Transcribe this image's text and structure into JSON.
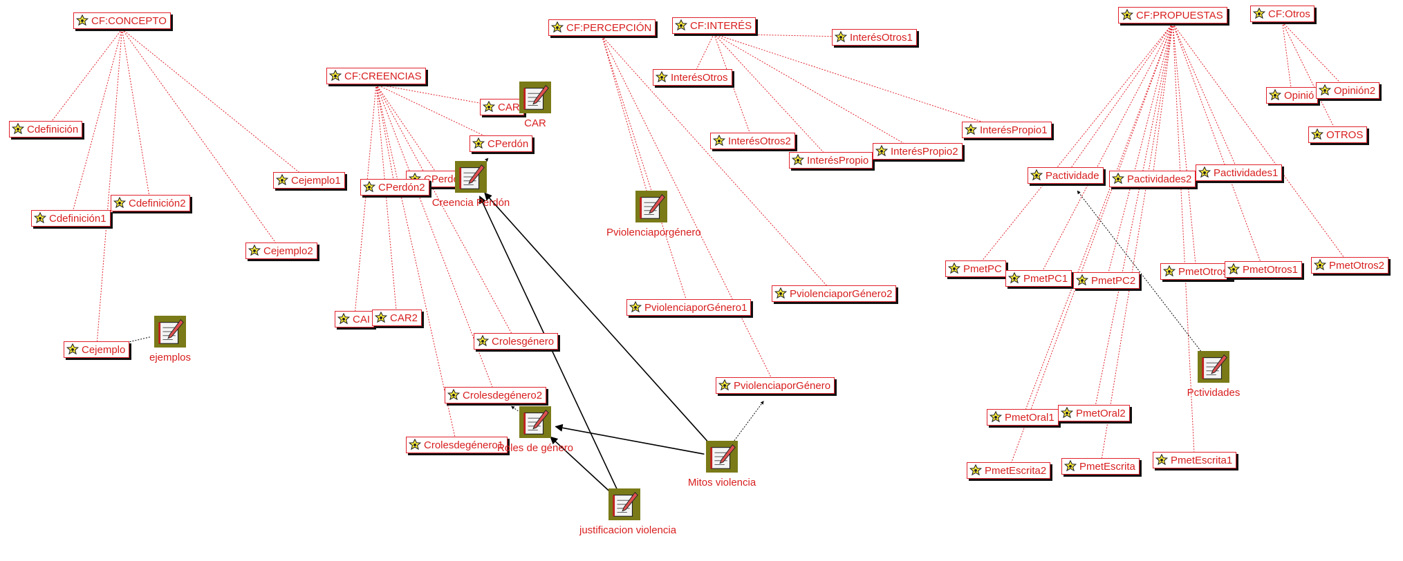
{
  "colors": {
    "code_text": "#d81e1e",
    "code_border": "#e0202a",
    "dotted_link": "#e0202a",
    "arrow": "#000000",
    "star_fill": "#ffef3a",
    "memo_bg": "#7a7a18"
  },
  "icons": {
    "code": "yellow-star-code-icon",
    "memo": "memo-notebook-pencil-icon"
  },
  "codes": [
    {
      "id": "cf_concepto",
      "label": "CF:CONCEPTO"
    },
    {
      "id": "cdefinicion",
      "label": "Cdefinición"
    },
    {
      "id": "cdefinicion1",
      "label": "Cdefinición1"
    },
    {
      "id": "cdefinicion2",
      "label": "Cdefinición2"
    },
    {
      "id": "cejemplo1",
      "label": "Cejemplo1"
    },
    {
      "id": "cejemplo2",
      "label": "Cejemplo2"
    },
    {
      "id": "cejemplo",
      "label": "Cejemplo"
    },
    {
      "id": "cf_creencias",
      "label": "CF:CREENCIAS"
    },
    {
      "id": "car",
      "label": "CAR"
    },
    {
      "id": "cperdon",
      "label": "CPerdón"
    },
    {
      "id": "cperdon1",
      "label": "CPerdón1"
    },
    {
      "id": "cperdon2",
      "label": "CPerdón2"
    },
    {
      "id": "car1",
      "label": "CAI"
    },
    {
      "id": "car2",
      "label": "CAR2"
    },
    {
      "id": "crolesgenero",
      "label": "Crolesgénero"
    },
    {
      "id": "crolesdegenero2",
      "label": "Crolesdegénero2"
    },
    {
      "id": "crolesdegenero1",
      "label": "Crolesdegénero1"
    },
    {
      "id": "cf_percepcion",
      "label": "CF:PERCEPCIÓN"
    },
    {
      "id": "cf_interes",
      "label": "CF:INTERÉS"
    },
    {
      "id": "interesotros1",
      "label": "InterésOtros1"
    },
    {
      "id": "interesotros",
      "label": "InterésOtros"
    },
    {
      "id": "interesotros2",
      "label": "InterésOtros2"
    },
    {
      "id": "interespropio",
      "label": "InterésPropio"
    },
    {
      "id": "interespropio2",
      "label": "InterésPropio2"
    },
    {
      "id": "interespropio1",
      "label": "InterésPropio1"
    },
    {
      "id": "pvg1",
      "label": "PviolenciaporGénero1"
    },
    {
      "id": "pvg2",
      "label": "PviolenciaporGénero2"
    },
    {
      "id": "pvg",
      "label": "PviolenciaporGénero"
    },
    {
      "id": "cf_propuestas",
      "label": "CF:PROPUESTAS"
    },
    {
      "id": "cf_otros",
      "label": "CF:Otros"
    },
    {
      "id": "opinion",
      "label": "Opinió"
    },
    {
      "id": "opinion2",
      "label": "Opinión2"
    },
    {
      "id": "otros",
      "label": "OTROS"
    },
    {
      "id": "pactividades",
      "label": "Pactividade"
    },
    {
      "id": "pactividades2",
      "label": "Pactividades2"
    },
    {
      "id": "pactividades1",
      "label": "Pactividades1"
    },
    {
      "id": "pmetpc",
      "label": "PmetPC"
    },
    {
      "id": "pmetpc1",
      "label": "PmetPC1"
    },
    {
      "id": "pmetpc2",
      "label": "PmetPC2"
    },
    {
      "id": "pmetotros",
      "label": "PmetOtros"
    },
    {
      "id": "pmetotros1",
      "label": "PmetOtros1"
    },
    {
      "id": "pmetotros2",
      "label": "PmetOtros2"
    },
    {
      "id": "pmetoral1",
      "label": "PmetOral1"
    },
    {
      "id": "pmetoral2",
      "label": "PmetOral2"
    },
    {
      "id": "pmetescrita2",
      "label": "PmetEscrita2"
    },
    {
      "id": "pmetescrita",
      "label": "PmetEscrita"
    },
    {
      "id": "pmetescrita1",
      "label": "PmetEscrita1"
    }
  ],
  "memos": [
    {
      "id": "m_car",
      "label": "CAR"
    },
    {
      "id": "m_creencia",
      "label": "Creencia Perdón"
    },
    {
      "id": "m_ejemplos",
      "label": "ejemplos"
    },
    {
      "id": "m_pviol",
      "label": "Pviolenciaporgénero"
    },
    {
      "id": "m_roles",
      "label": "Roles de género"
    },
    {
      "id": "m_mitos",
      "label": "Mitos violencia"
    },
    {
      "id": "m_justif",
      "label": "justificacion violencia"
    },
    {
      "id": "m_pact",
      "label": "Pctividades"
    }
  ],
  "dotted_links": [
    [
      "cf_concepto",
      "cdefinicion"
    ],
    [
      "cf_concepto",
      "cdefinicion1"
    ],
    [
      "cf_concepto",
      "cdefinicion2"
    ],
    [
      "cf_concepto",
      "cejemplo1"
    ],
    [
      "cf_concepto",
      "cejemplo2"
    ],
    [
      "cf_concepto",
      "cejemplo"
    ],
    [
      "cf_creencias",
      "car"
    ],
    [
      "cf_creencias",
      "cperdon"
    ],
    [
      "cf_creencias",
      "cperdon1"
    ],
    [
      "cf_creencias",
      "cperdon2"
    ],
    [
      "cf_creencias",
      "car1"
    ],
    [
      "cf_creencias",
      "car2"
    ],
    [
      "cf_creencias",
      "crolesgenero"
    ],
    [
      "cf_creencias",
      "crolesdegenero2"
    ],
    [
      "cf_creencias",
      "crolesdegenero1"
    ],
    [
      "cf_percepcion",
      "pvg1"
    ],
    [
      "cf_percepcion",
      "pvg2"
    ],
    [
      "cf_percepcion",
      "pvg"
    ],
    [
      "cf_percepcion",
      "m_pviol"
    ],
    [
      "cf_interes",
      "interesotros1"
    ],
    [
      "cf_interes",
      "interesotros"
    ],
    [
      "cf_interes",
      "interesotros2"
    ],
    [
      "cf_interes",
      "interespropio"
    ],
    [
      "cf_interes",
      "interespropio2"
    ],
    [
      "cf_interes",
      "interespropio1"
    ],
    [
      "cf_propuestas",
      "pactividades"
    ],
    [
      "cf_propuestas",
      "pactividades2"
    ],
    [
      "cf_propuestas",
      "pactividades1"
    ],
    [
      "cf_propuestas",
      "pmetpc"
    ],
    [
      "cf_propuestas",
      "pmetpc1"
    ],
    [
      "cf_propuestas",
      "pmetpc2"
    ],
    [
      "cf_propuestas",
      "pmetotros"
    ],
    [
      "cf_propuestas",
      "pmetotros1"
    ],
    [
      "cf_propuestas",
      "pmetotros2"
    ],
    [
      "cf_propuestas",
      "pmetoral1"
    ],
    [
      "cf_propuestas",
      "pmetoral2"
    ],
    [
      "cf_propuestas",
      "pmetescrita2"
    ],
    [
      "cf_propuestas",
      "pmetescrita"
    ],
    [
      "cf_propuestas",
      "pmetescrita1"
    ],
    [
      "cf_otros",
      "opinion"
    ],
    [
      "cf_otros",
      "opinion2"
    ],
    [
      "cf_otros",
      "otros"
    ]
  ],
  "memo_links": [
    [
      "m_car",
      "car"
    ],
    [
      "m_creencia",
      "cperdon"
    ],
    [
      "m_ejemplos",
      "cejemplo"
    ],
    [
      "m_roles",
      "crolesdegenero2"
    ],
    [
      "m_mitos",
      "pvg"
    ],
    [
      "m_pact",
      "pactividades"
    ]
  ],
  "solid_arrows": [
    [
      "m_justif",
      "m_creencia"
    ],
    [
      "m_justif",
      "m_roles"
    ],
    [
      "m_mitos",
      "m_creencia"
    ],
    [
      "m_mitos",
      "m_roles"
    ]
  ]
}
